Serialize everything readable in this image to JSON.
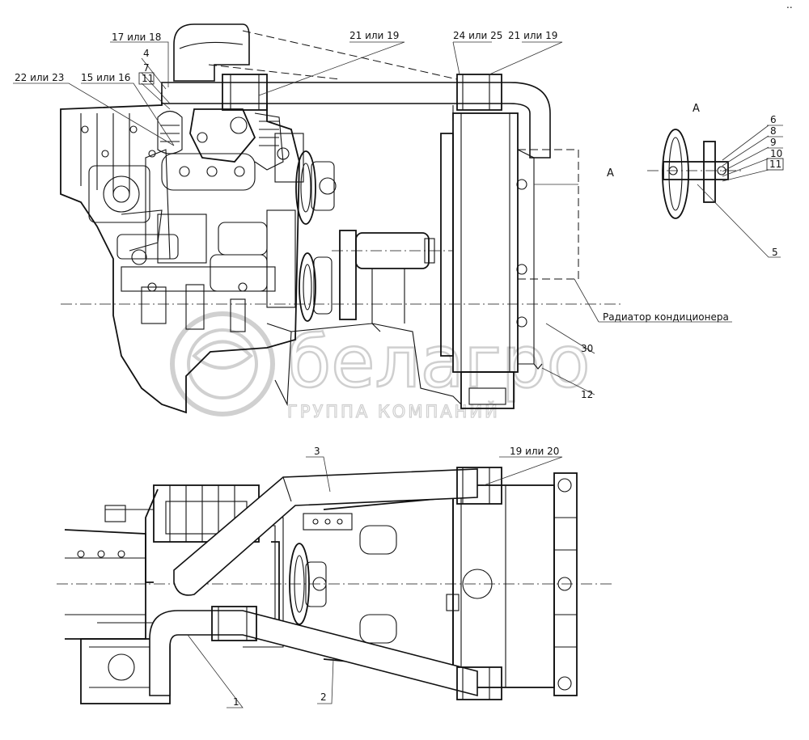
{
  "corner_mark": "..",
  "section_title": "A",
  "view_marker": "A",
  "watermark": {
    "brand": "белагро",
    "subtitle": "ГРУППА КОМПАНИЙ"
  },
  "callouts": {
    "c17_18": "17 или 18",
    "c21_19_top": "21 или 19",
    "c24_25": "24 или 25",
    "c21_19_right": "21 или 19",
    "c4": "4",
    "c7": "7",
    "c11_left": "11",
    "c22_23": "22 или 23",
    "c15_16": "15 или 16",
    "c6": "6",
    "c8": "8",
    "c9": "9",
    "c10": "10",
    "c11_right": "11",
    "c5": "5",
    "radiator_ac": "Радиатор кондиционера",
    "c30": "30",
    "c12": "12",
    "c3": "3",
    "c19_20": "19 или 20",
    "c1": "1",
    "c2": "2"
  }
}
